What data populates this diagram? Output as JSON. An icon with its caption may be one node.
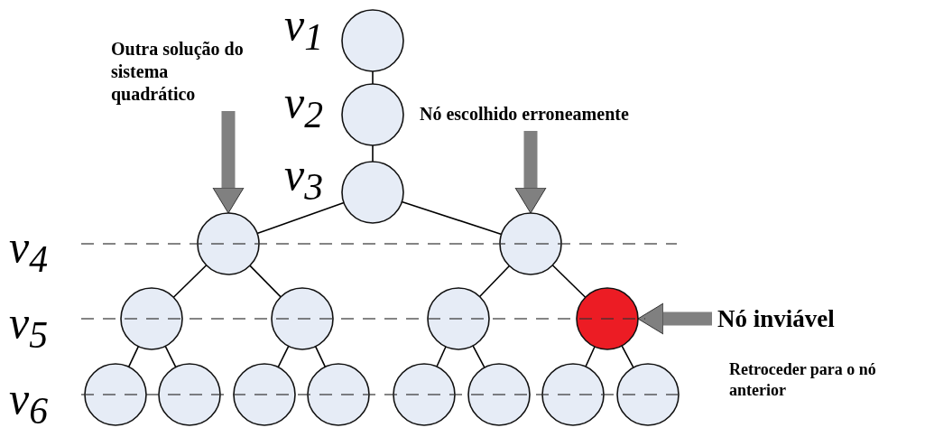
{
  "diagram": {
    "nodes": [
      {
        "text": [],
        "shape": "circle"
      },
      {
        "text": [],
        "shape": "circle"
      },
      {
        "text": [],
        "shape": "circle"
      },
      {
        "text": [],
        "shape": "circle"
      },
      {
        "text": [],
        "shape": "circle"
      },
      {
        "text": [],
        "shape": "circle"
      },
      {
        "text": [],
        "shape": "circle"
      },
      {
        "text": [],
        "shape": "circle"
      },
      {
        "text": [],
        "shape": "circle"
      },
      {
        "text": [],
        "shape": "circle"
      },
      {
        "text": [],
        "shape": "circle"
      },
      {
        "text": [],
        "shape": "circle"
      },
      {
        "text": [],
        "shape": "circle"
      },
      {
        "text": [],
        "shape": "circle"
      },
      {
        "text": [],
        "shape": "circle"
      },
      {
        "text": [],
        "shape": "circle"
      },
      {
        "text": [],
        "shape": "circle"
      },
      {
        "text": [
          "Outra solução do sistema quadrático"
        ]
      },
      {
        "text": [
          "Nó escolhido erroneamente"
        ]
      },
      {
        "text": [
          "Nó inviável"
        ]
      }
    ],
    "edges": [
      {
        "from": 0,
        "to": 1,
        "arrow": "none"
      },
      {
        "from": 1,
        "to": 2,
        "arrow": "none"
      },
      {
        "from": 2,
        "to": 3,
        "arrow": "none"
      },
      {
        "from": 2,
        "to": 4,
        "arrow": "none"
      },
      {
        "from": 3,
        "to": 5,
        "arrow": "none"
      },
      {
        "from": 3,
        "to": 6,
        "arrow": "none"
      },
      {
        "from": 4,
        "to": 7,
        "arrow": "none"
      },
      {
        "from": 4,
        "to": 8,
        "arrow": "none"
      },
      {
        "from": 5,
        "to": 9,
        "arrow": "none"
      },
      {
        "from": 5,
        "to": 10,
        "arrow": "none"
      },
      {
        "from": 6,
        "to": 11,
        "arrow": "none"
      },
      {
        "from": 6,
        "to": 12,
        "arrow": "none"
      },
      {
        "from": 7,
        "to": 13,
        "arrow": "none"
      },
      {
        "from": 7,
        "to": 14,
        "arrow": "none"
      },
      {
        "from": 8,
        "to": 15,
        "arrow": "none"
      },
      {
        "from": 8,
        "to": 16,
        "arrow": "none"
      },
      {
        "from": 17,
        "to": 3,
        "arrow": "to",
        "style": "thick",
        "color": "#808080"
      },
      {
        "from": 18,
        "to": 4,
        "arrow": "to",
        "style": "thick",
        "color": "#808080"
      },
      {
        "from": 19,
        "to": 8,
        "arrow": "to",
        "style": "thick",
        "color": "#808080"
      }
    ],
    "labels": [
      "v$_{1}$",
      "v$_{2}$",
      "v$_{3}$",
      "v$_{4}$",
      "v$_{5}$",
      "v$_{6}$",
      "Retroceder para o nó anterior"
    ]
  }
}
